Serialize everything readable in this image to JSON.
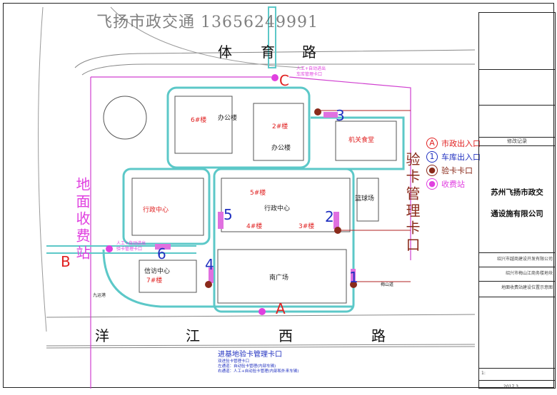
{
  "roads": {
    "north": [
      "体",
      "育",
      "路"
    ],
    "south": [
      "洋",
      "江",
      "西",
      "路"
    ],
    "side_west": "九运港",
    "side_east": "梅山道"
  },
  "gates": {
    "A": "A",
    "B": "B",
    "C": "C"
  },
  "garage_exits": [
    "1",
    "2",
    "3",
    "4",
    "5",
    "6"
  ],
  "buildings": {
    "office_left": "办公楼",
    "office_center": "办公楼",
    "b6": "6#楼",
    "b2": "2#楼",
    "canteen": "机关食堂",
    "admin_center": "行政中心",
    "b4": "4#楼",
    "b3": "3#楼",
    "service_center": "行政中心",
    "basketball": "篮球场",
    "south_square": "南广场",
    "petition_center": "信访中心",
    "b7": "7#楼",
    "b5": "5#楼"
  },
  "annotations": {
    "north_checkpoint": [
      "人工+自动进出",
      "车库管理卡口"
    ],
    "west_checkpoint": [
      "人工+自动进出",
      "验卡管理卡口"
    ],
    "underground_title": "进基地验卡管理卡口",
    "underground_lines": [
      "双进验卡管理卡口",
      "左通道：自动验卡管理(内部车辆)",
      "右通道：人工+自动验卡管理(内部和外来车辆)"
    ],
    "ground_toll_vertical": "地面收费站",
    "check_vertical": "验卡管理卡口"
  },
  "watermark": "飞扬市政交通 13656249991",
  "legend": [
    {
      "icon": "A",
      "label": "市政出入口",
      "color": "#e02020"
    },
    {
      "icon": "1",
      "label": "车库出入口",
      "color": "#2030c0"
    },
    {
      "icon": "car-check-icon",
      "label": "验卡卡口",
      "color": "#8a2a1a"
    },
    {
      "icon": "car-toll-icon",
      "label": "收费站",
      "color": "#e040e0"
    }
  ],
  "colors": {
    "boundary": "#d040d0",
    "road_teal": "#5cc8c8",
    "check_line": "#b02020"
  },
  "title_block": {
    "revision": "修改记录",
    "company": [
      "苏州飞扬市政交",
      "通设施有限公司"
    ],
    "client": "绍兴市越商建设开发有限公司",
    "project": "绍兴市梅山江商务楼地块",
    "drawing": "地面收费站建设位置示意图",
    "date": "2017.3",
    "scale": "1:"
  }
}
